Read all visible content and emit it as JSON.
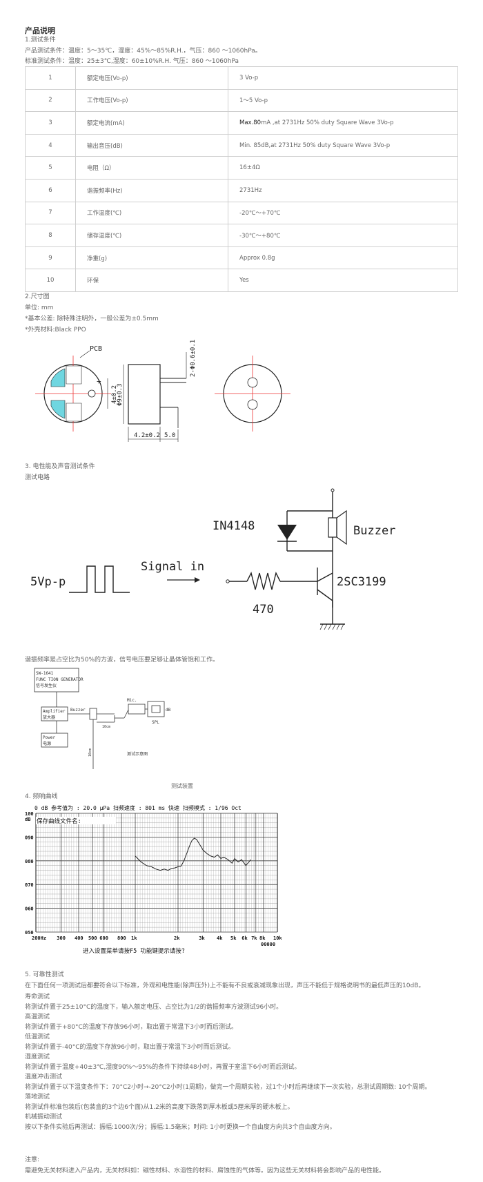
{
  "header": {
    "title": "产品说明"
  },
  "section1": {
    "heading": "1.测试条件",
    "line1": "产品测试条件：温度：5～35℃，湿度：45%～85%R.H.，气压：860 ～1060hPa。",
    "line2": "标准测试条件：温度：25±3℃,湿度：60±10%R.H. 气压：860 ～1060hPa"
  },
  "spec_table": [
    {
      "no": "1",
      "item": "额定电压(Vo-p)",
      "value": "3 Vo-p"
    },
    {
      "no": "2",
      "item": "工作电压(Vo-p)",
      "value": "1～5 Vo-p"
    },
    {
      "no": "3",
      "item": "额定电流(mA)",
      "value_bold": "Max.80",
      "value": "mA ,at 2731Hz 50% duty Square Wave 3Vo-p"
    },
    {
      "no": "4",
      "item": "输出音压(dB)",
      "value": "Min. 85dB,at 2731Hz 50% duty Square Wave 3Vo-p"
    },
    {
      "no": "5",
      "item": "电阻（Ω）",
      "value": "16±4Ω"
    },
    {
      "no": "6",
      "item": "谐振频率(Hz)",
      "value": "2731Hz"
    },
    {
      "no": "7",
      "item": "工作温度(℃)",
      "value": "-20℃～+70℃"
    },
    {
      "no": "8",
      "item": "储存温度(℃)",
      "value": "-30℃～+80℃"
    },
    {
      "no": "9",
      "item": "净重(g)",
      "value": "Approx 0.8g"
    },
    {
      "no": "10",
      "item": "环保",
      "value": "Yes"
    }
  ],
  "section2": {
    "heading": "2.尺寸图",
    "unit": "单位: mm",
    "tolerance": "*基本公差: 除特殊注明外，一般公差为±0.5mm",
    "material": "*外壳材料:Black PPO"
  },
  "drawing": {
    "pcb": "PCB",
    "dim_4": "4±0.2",
    "dim_9": "Φ9±0.3",
    "dim_pin": "2-Φ0.6±0.1",
    "dim_42": "4.2±0.2",
    "dim_5": "5.0",
    "plus": "+"
  },
  "section3": {
    "heading": "3.  电性能及声音测试条件",
    "sub": "测试电路",
    "note": "谐振频率是占空比为50%的方波，信号电压要足够让晶体管饱和工作。",
    "setup_caption": "测试装置"
  },
  "circuit": {
    "diode": "IN4148",
    "buzzer": "Buzzer",
    "vin": "5Vp-p",
    "signal": "Signal in",
    "resistor": "470",
    "transistor": "2SC3199"
  },
  "setup": {
    "gen1": "SW-1641",
    "gen2": "FUNC TION GENERATOR",
    "gen3": "信号发生仪",
    "amp1": "Amplifier",
    "amp2": "放大器",
    "power1": "Power",
    "power2": "电源",
    "buzzer": "Buzzer",
    "mic": "Mic.",
    "db": "dB",
    "spl": "SPL",
    "dist": "10cm",
    "stand": "10cm",
    "label": "测试示意图"
  },
  "section4": {
    "heading": "4. 频响曲线",
    "header_line": "0 dB 参考值为 : 20.0 μPa    扫频速度 : 801 ms 快速   扫频模式 : 1/96  Oct",
    "save": "保存曲线文件名:",
    "y_unit": "dB",
    "footer": "进入设置菜单请按F5  功能键提示请按?"
  },
  "chart_data": {
    "type": "line",
    "title": "",
    "xlabel": "",
    "ylabel": "dB",
    "y_ticks": [
      "100",
      "090",
      "080",
      "070",
      "060",
      "050"
    ],
    "x_ticks": [
      "200Hz",
      "300",
      "400",
      "500",
      "600",
      "800",
      "1k",
      "2k",
      "3k",
      "4k",
      "5k",
      "6k",
      "7k",
      "8k",
      "10k"
    ],
    "x_extra": "00000",
    "ylim": [
      50,
      100
    ],
    "xlim": [
      200,
      10000
    ],
    "series": [
      {
        "x": [
          1000,
          1100,
          1200,
          1300,
          1400,
          1500,
          1600,
          1700,
          1800,
          1900,
          2000,
          2100,
          2200,
          2300,
          2400,
          2500,
          2600,
          2700,
          2800,
          2900,
          3000,
          3200,
          3400,
          3600,
          3800,
          4000,
          4200,
          4500,
          4800,
          5000,
          5300,
          5600,
          6000,
          6500
        ],
        "y": [
          82,
          79.5,
          78,
          77.5,
          76.5,
          76,
          76.5,
          76,
          76.8,
          77,
          77.5,
          77.8,
          80,
          83,
          86,
          88.5,
          89.5,
          89,
          87.5,
          86,
          84.5,
          83,
          82,
          81.5,
          82.5,
          81,
          81.5,
          80.5,
          79,
          81,
          79.5,
          80.5,
          78,
          80.5
        ]
      }
    ]
  },
  "section5": {
    "heading": "5.  可靠性测试",
    "intro": "在下面任何一项测试后都要符合以下标准，外观和电性能(除声压外)上不能有不良或衰减现象出现，声压不能低于规格说明书的最低声压的10dB。",
    "items": [
      {
        "title": "寿命测试",
        "text": "将测试件置于25±10°C的温度下，输入额定电压、占空比为1/2的谐振频率方波测试96小时。"
      },
      {
        "title": "高温测试",
        "text": "将测试件置于+80°C的温度下存放96小时，取出置于常温下3小时而后测试。"
      },
      {
        "title": "低温测试",
        "text": "将测试件置于-40°C的温度下存放96小时，取出置于常温下3小时而后测试。"
      },
      {
        "title": "湿度测试",
        "text": "将测试件置于温度+40±3℃,湿度90%～95%的条件下持续48小时，再置于室温下6小时而后测试。"
      },
      {
        "title": "温度冲击测试",
        "text": "将测试件置于以下温变条件下：70°C2小时→-20°C2小时(1周期)，做完一个周期实验，过1个小时后再继续下一次实验，总测试周期数: 10个周期。"
      },
      {
        "title": "落地测试",
        "text": "将测试件标准包装后(包装盒的3个边6个面)从1.2米的高度下跌落到厚木板或5厘米厚的硬木板上。"
      },
      {
        "title": "机械振动测试",
        "text": "按以下条件实验后再测试：振幅:1000次/分；振幅:1.5毫米；时间: 1小时更换一个自由度方向共3个自由度方向。"
      }
    ]
  },
  "notice": {
    "title": "注意:",
    "text": "需避免无关材料进入产品内，无关材料如：磁性材料、水溶性的材料、腐蚀性的气体等。因为这些无关材料将会影响产品的电性能。"
  }
}
